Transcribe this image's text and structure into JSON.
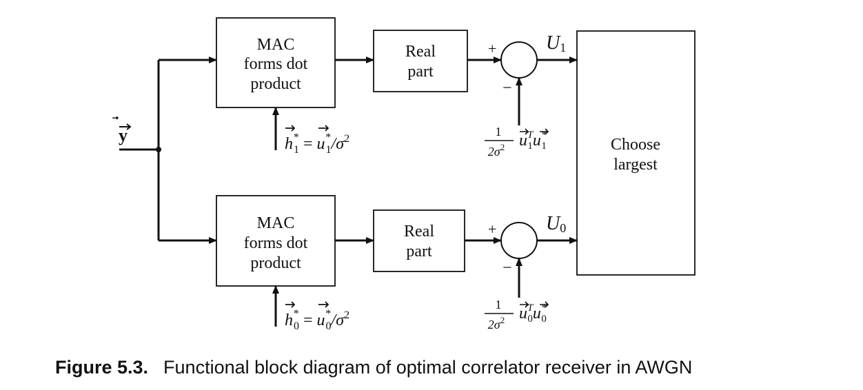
{
  "diagram": {
    "input": "y",
    "top_branch": {
      "mac_lines": [
        "MAC",
        "forms dot",
        "product"
      ],
      "real_lines": [
        "Real",
        "part"
      ],
      "plus": "+",
      "minus": "−",
      "output": "U",
      "output_subscript": "1",
      "h_label": {
        "h": "h",
        "star": "*",
        "sub": "1",
        "eq": " = ",
        "u": "u",
        "u_sub": "1",
        "over": "/σ",
        "sq": "2"
      },
      "bias_label": {
        "num": "1",
        "den": "2σ",
        "den_exp": "2",
        "u1": "u",
        "t": "T",
        "u1_sub": "1",
        "u2": "u",
        "u2_sup": "*",
        "u2_sub": "1"
      }
    },
    "bottom_branch": {
      "mac_lines": [
        "MAC",
        "forms dot",
        "product"
      ],
      "real_lines": [
        "Real",
        "part"
      ],
      "plus": "+",
      "minus": "−",
      "output": "U",
      "output_subscript": "0",
      "h_label": {
        "h": "h",
        "star": "*",
        "sub": "0",
        "eq": " = ",
        "u": "u",
        "u_sub": "0",
        "over": "/σ",
        "sq": "2"
      },
      "bias_label": {
        "num": "1",
        "den": "2σ",
        "den_exp": "2",
        "u1": "u",
        "t": "T",
        "u1_sub": "0",
        "u2": "u",
        "u2_sup": "*",
        "u2_sub": "0"
      }
    },
    "decision_lines": [
      "Choose",
      "largest"
    ]
  },
  "caption": {
    "label": "Figure 5.3.",
    "text": "Functional block diagram of optimal correlator receiver in AWGN"
  }
}
